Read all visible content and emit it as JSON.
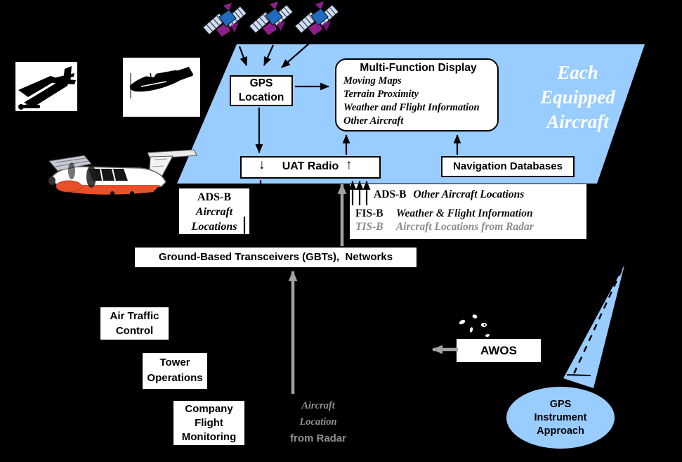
{
  "colors": {
    "zone_fill": "#99CCFF",
    "arrow_black": "#000000",
    "arrow_gray": "#A3A3A3",
    "muted_text_gray": "#8C8C8C",
    "background": "#000000",
    "aircraft_belly_red": "#E8502A"
  },
  "zone": {
    "title_lines": [
      "Each",
      "Equipped",
      "Aircraft"
    ]
  },
  "gps_location": {
    "lines": [
      "GPS",
      "Location"
    ]
  },
  "mfd": {
    "title": "Multi-Function Display",
    "items": [
      "Moving Maps",
      "Terrain Proximity",
      "Weather and Flight Information",
      "Other Aircraft"
    ]
  },
  "uat_radio": {
    "label": "UAT Radio",
    "down_arrow_glyph": "↓",
    "up_arrow_glyph": "↑"
  },
  "navigation_databases": {
    "label": "Navigation Databases"
  },
  "datalink_legend": {
    "rows": [
      {
        "abbr": "ADS-B",
        "desc": "Other Aircraft Locations",
        "text_color": "#000000"
      },
      {
        "abbr": "FIS-B",
        "desc": "Weather & Flight Information",
        "text_color": "#111111"
      },
      {
        "abbr": "TIS-B",
        "desc": "Aircraft Locations from Radar",
        "text_color": "#8C8C8C"
      }
    ]
  },
  "adsb_out_label": {
    "lines": [
      "ADS-B",
      "Aircraft",
      "Locations"
    ]
  },
  "gbt": {
    "label": "Ground-Based Transceivers (GBTs),  Networks"
  },
  "ground_facilities": [
    {
      "lines": [
        "Air Traffic",
        "Control"
      ]
    },
    {
      "lines": [
        "Tower",
        "Operations"
      ]
    },
    {
      "lines": [
        "Company",
        "Flight",
        "Monitoring"
      ]
    }
  ],
  "awos": {
    "label": "AWOS"
  },
  "radar_source": {
    "lines": [
      "Aircraft",
      "Location",
      "from Radar"
    ]
  },
  "gps_approach": {
    "lines": [
      "GPS",
      "Instrument",
      "Approach"
    ]
  }
}
